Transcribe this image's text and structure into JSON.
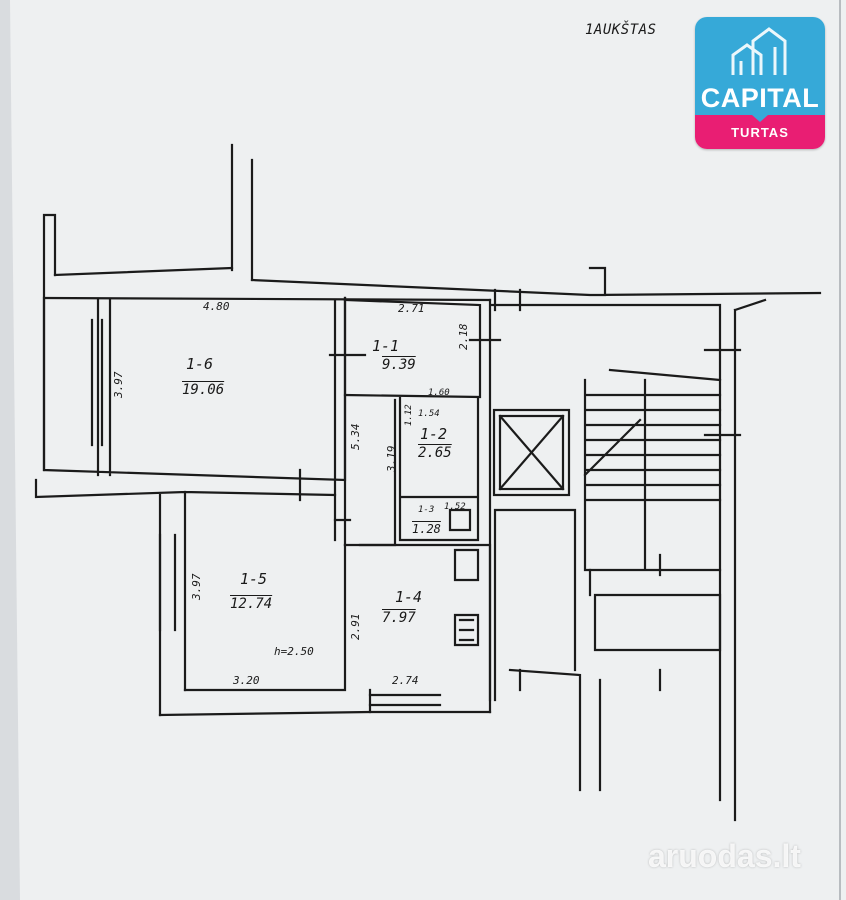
{
  "floor_title": "1AUKŠTAS",
  "logo": {
    "brand": "CAPITAL",
    "sub": "TURTAS"
  },
  "watermark": "aruodas.lt",
  "rooms": [
    {
      "id": "1-6",
      "area": "19.06"
    },
    {
      "id": "1-1",
      "area": "9.39"
    },
    {
      "id": "1-2",
      "area": "2.65"
    },
    {
      "id": "1-3",
      "area": "1.28"
    },
    {
      "id": "1-5",
      "area": "12.74"
    },
    {
      "id": "1-4",
      "area": "7.97"
    }
  ],
  "dimensions": {
    "d480": "4.80",
    "d271": "2.71",
    "d218": "2.18",
    "d397a": "3.97",
    "d160": "1.60",
    "d154": "1.54",
    "d112": "1.12",
    "d534": "5.34",
    "d319": "3.19",
    "d152": "1.52",
    "d397b": "3.97",
    "d291": "2.91",
    "d320": "3.20",
    "d274": "2.74",
    "height": "h=2.50"
  },
  "colors": {
    "logo_blue": "#36a9d8",
    "logo_pink": "#e91e73",
    "ink": "#1a1a1a"
  }
}
